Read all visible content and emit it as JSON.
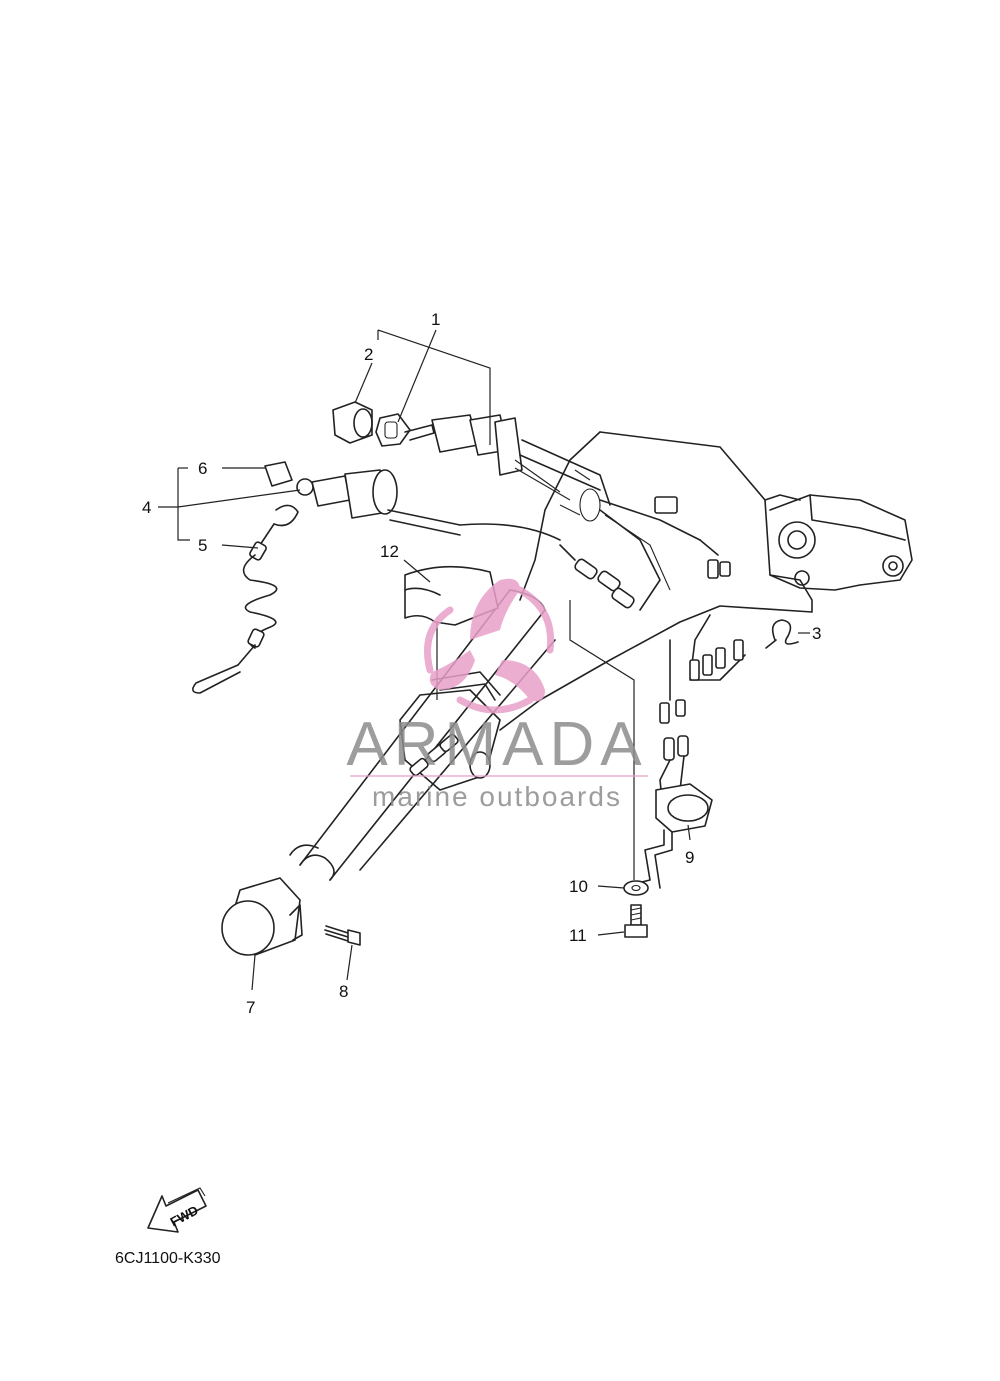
{
  "callouts": [
    {
      "id": "1",
      "label": "1"
    },
    {
      "id": "2",
      "label": "2"
    },
    {
      "id": "3",
      "label": "3"
    },
    {
      "id": "4",
      "label": "4"
    },
    {
      "id": "5",
      "label": "5"
    },
    {
      "id": "6",
      "label": "6"
    },
    {
      "id": "7",
      "label": "7"
    },
    {
      "id": "8",
      "label": "8"
    },
    {
      "id": "9",
      "label": "9"
    },
    {
      "id": "10",
      "label": "10"
    },
    {
      "id": "11",
      "label": "11"
    },
    {
      "id": "12",
      "label": "12"
    }
  ],
  "watermark": {
    "brand": "ARMADA",
    "tagline": "marine outboards",
    "logo_color": "#e8a0c8",
    "text_color": "#8c8c8c"
  },
  "fwd_arrow_label": "FWD",
  "drawing_code": "6CJ1100-K330"
}
